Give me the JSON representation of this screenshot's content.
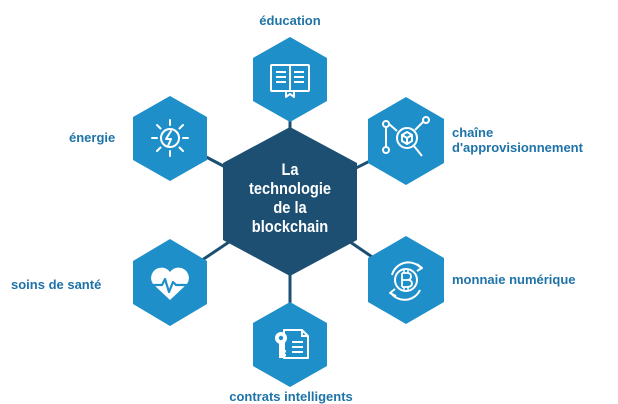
{
  "center": {
    "line1": "La",
    "line2": "technologie",
    "line3": "de la",
    "line4": "blockchain"
  },
  "nodes": [
    {
      "label": "éducation",
      "icon": "book-icon"
    },
    {
      "label_line1": "chaîne",
      "label_line2": "d'approvisionnement",
      "icon": "supply-chain-icon"
    },
    {
      "label": "monnaie numérique",
      "icon": "bitcoin-icon"
    },
    {
      "label": "contrats intelligents",
      "icon": "smart-contract-icon"
    },
    {
      "label": "soins de santé",
      "icon": "heartbeat-icon"
    },
    {
      "label": "énergie",
      "icon": "energy-icon"
    }
  ],
  "colors": {
    "hexagon": "#1f8fc9",
    "center": "#1d4f73",
    "text": "#1e73a8",
    "connector": "#1d4f73"
  }
}
